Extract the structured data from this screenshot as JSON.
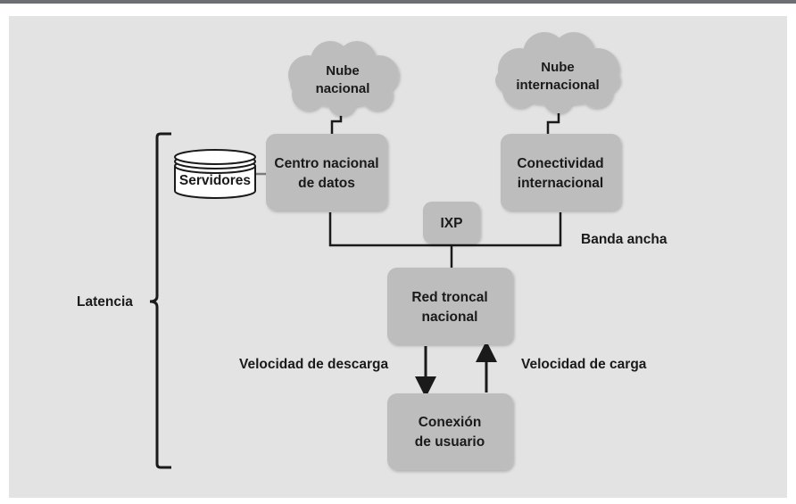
{
  "colors": {
    "top_rule": "#6d6e71",
    "panel_bg": "#e3e3e3",
    "box_fill": "#bdbdbd",
    "line": "#1a1a1a",
    "text": "#1a1a1a"
  },
  "clouds": {
    "national": {
      "line1": "Nube",
      "line2": "nacional"
    },
    "international": {
      "line1": "Nube",
      "line2": "internacional"
    }
  },
  "boxes": {
    "national_datacenter": {
      "line1": "Centro nacional",
      "line2": "de datos"
    },
    "international_connectivity": {
      "line1": "Conectividad",
      "line2": "internacional"
    },
    "ixp": {
      "label": "IXP"
    },
    "national_backbone": {
      "line1": "Red troncal",
      "line2": "nacional"
    },
    "user_connection": {
      "line1": "Conexión",
      "line2": "de usuario"
    }
  },
  "servers": {
    "label": "Servidores"
  },
  "labels": {
    "broadband": "Banda ancha",
    "latency": "Latencia",
    "download_speed": "Velocidad de descarga",
    "upload_speed": "Velocidad de carga"
  }
}
